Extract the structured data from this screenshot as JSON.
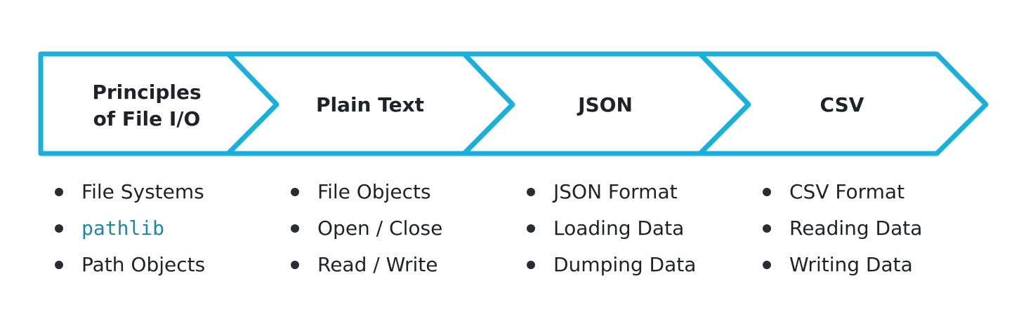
{
  "colors": {
    "stroke": "#1ab0dc",
    "text": "#1f2329",
    "code": "#1a8aa0",
    "bullet": "#2a2d33"
  },
  "steps": [
    {
      "title_lines": [
        "Principles",
        "of File I/O"
      ],
      "bullets": [
        {
          "text": "File Systems",
          "style": "normal"
        },
        {
          "text": "pathlib",
          "style": "code"
        },
        {
          "text": "Path Objects",
          "style": "normal"
        }
      ]
    },
    {
      "title_lines": [
        "Plain Text"
      ],
      "bullets": [
        {
          "text": "File Objects",
          "style": "normal"
        },
        {
          "text": "Open / Close",
          "style": "normal"
        },
        {
          "text": "Read / Write",
          "style": "normal"
        }
      ]
    },
    {
      "title_lines": [
        "JSON"
      ],
      "bullets": [
        {
          "text": "JSON Format",
          "style": "normal"
        },
        {
          "text": "Loading Data",
          "style": "normal"
        },
        {
          "text": "Dumping Data",
          "style": "normal"
        }
      ]
    },
    {
      "title_lines": [
        "CSV"
      ],
      "bullets": [
        {
          "text": "CSV Format",
          "style": "normal"
        },
        {
          "text": "Reading Data",
          "style": "normal"
        },
        {
          "text": "Writing Data",
          "style": "normal"
        }
      ]
    }
  ]
}
